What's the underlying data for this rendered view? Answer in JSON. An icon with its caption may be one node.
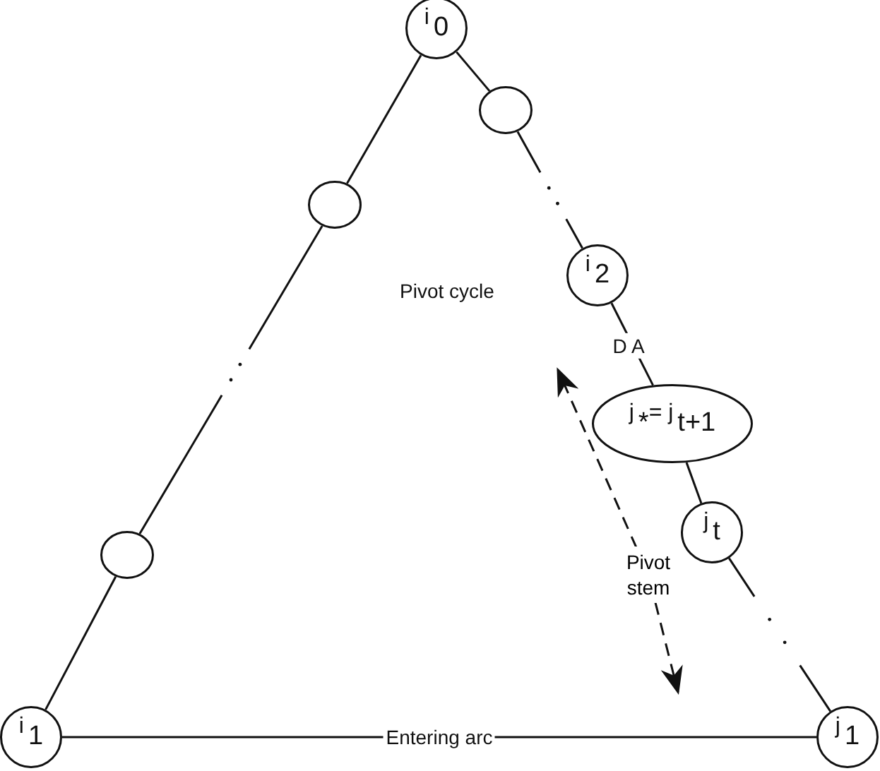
{
  "diagram": {
    "nodes": [
      {
        "text": [
          "i$_{0}$"
        ]
      },
      {
        "text": [],
        "shape": "circle"
      },
      {
        "text": [],
        "shape": "circle"
      },
      {
        "text": [],
        "shape": "circle"
      },
      {
        "text": [
          "i$_{1}$"
        ]
      },
      {
        "text": [
          "i$_{2}$"
        ]
      },
      {
        "text": [
          "j$_{*}$= j$_{t+1}$"
        ]
      },
      {
        "text": [
          "j$_{t}$"
        ]
      },
      {
        "text": [
          "j$_{1}$"
        ]
      },
      {
        "text": [
          "Pivot stem"
        ]
      }
    ],
    "edges": [
      {
        "from": 0,
        "to": 1,
        "arrow": "none"
      },
      {
        "from": 1,
        "to": 5,
        "arrow": "none",
        "style": "dashed"
      },
      {
        "from": 5,
        "to": 6,
        "arrow": "none",
        "label": "D A"
      },
      {
        "from": 6,
        "to": 7,
        "arrow": "none"
      },
      {
        "from": 7,
        "to": 8,
        "arrow": "none",
        "style": "dashed"
      },
      {
        "from": 0,
        "to": 2,
        "arrow": "none"
      },
      {
        "from": 2,
        "to": 3,
        "arrow": "none",
        "style": "dashed"
      },
      {
        "from": 3,
        "to": 4,
        "arrow": "none"
      },
      {
        "from": 4,
        "to": 8,
        "arrow": "none",
        "label": "Entering arc"
      },
      {
        "from": 9,
        "to": null,
        "arrow": "to",
        "style": "dashed"
      },
      {
        "from": 9,
        "to": null,
        "arrow": "to",
        "style": "dashed"
      }
    ],
    "labels": [
      "Pivot cycle"
    ]
  }
}
